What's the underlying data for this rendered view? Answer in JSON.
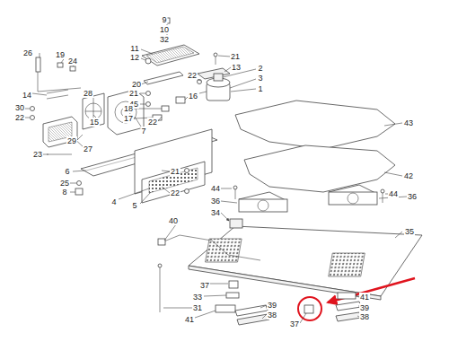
{
  "diagram": {
    "labels": [
      "9",
      "10",
      "32",
      "11",
      "26",
      "19",
      "21",
      "12",
      "24",
      "13",
      "2",
      "22",
      "3",
      "20",
      "1",
      "21",
      "28",
      "14",
      "16",
      "45",
      "30",
      "18",
      "22",
      "17",
      "15",
      "22",
      "43",
      "7",
      "29",
      "27",
      "23",
      "21",
      "6",
      "42",
      "25",
      "44",
      "8",
      "22",
      "44",
      "36",
      "36",
      "4",
      "5",
      "34",
      "40",
      "35",
      "37",
      "33",
      "41",
      "39",
      "31",
      "39",
      "38",
      "41",
      "38",
      "37"
    ]
  }
}
